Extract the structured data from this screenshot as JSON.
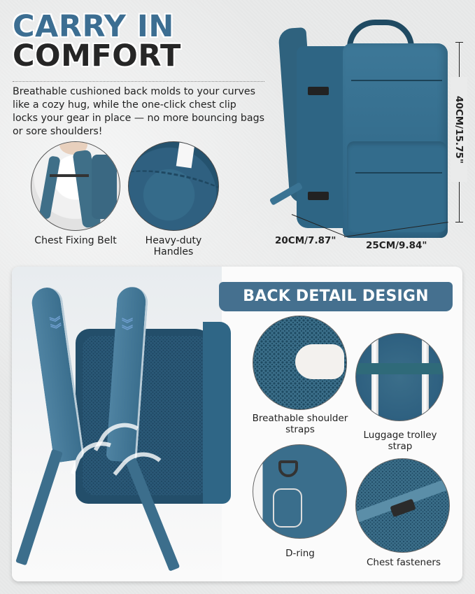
{
  "headline": {
    "line1": "CARRY IN",
    "line2": "COMFORT"
  },
  "intro_text": "Breathable cushioned back molds to your curves like a cozy hug, while the one-click chest clip locks your gear in place — no more bouncing bags or sore shoulders!",
  "top_features": [
    {
      "label": "Chest Fixing Belt"
    },
    {
      "label": "Heavy-duty Handles"
    }
  ],
  "dimensions": {
    "height": "40CM/15.75\"",
    "depth": "20CM/7.87\"",
    "width": "25CM/9.84\""
  },
  "back_section": {
    "title": "BACK DETAIL DESIGN",
    "features": [
      {
        "label": "Breathable shoulder straps"
      },
      {
        "label": "Luggage trolley strap"
      },
      {
        "label": "D-ring"
      },
      {
        "label": "Chest fasteners"
      }
    ]
  },
  "colors": {
    "accent_blue": "#3c6e92",
    "banner_blue": "#45708f",
    "dark_text": "#262626",
    "product_teal": "#356e8e",
    "background": "#e9eaea"
  }
}
